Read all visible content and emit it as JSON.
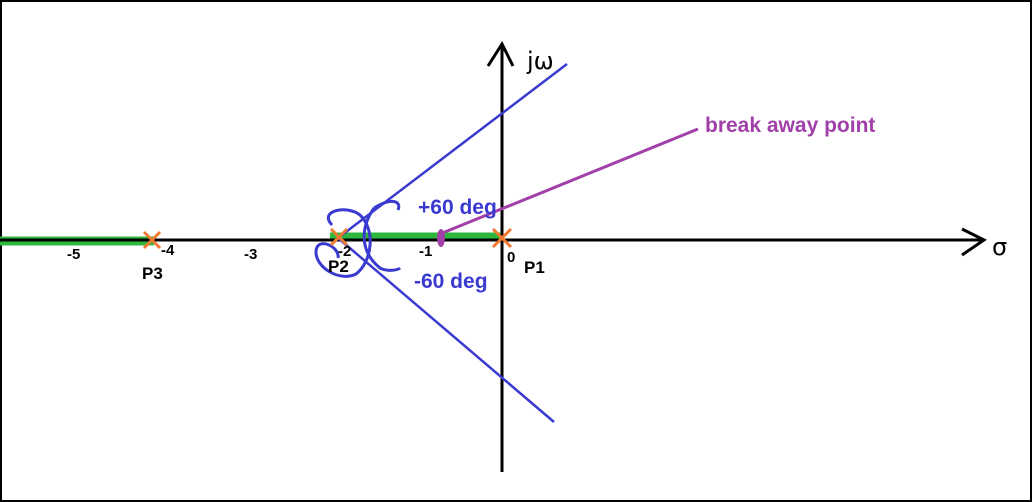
{
  "axes": {
    "x_label": "σ",
    "y_label": "jω"
  },
  "ticks": [
    "-5",
    "-4",
    "-3",
    "-2",
    "-1",
    "0"
  ],
  "poles": [
    {
      "label": "P1",
      "value": 0
    },
    {
      "label": "P2",
      "value": -2
    },
    {
      "label": "P3",
      "value": -4
    }
  ],
  "angles": {
    "upper": "+60 deg",
    "lower": "-60 deg"
  },
  "breakaway": {
    "label": "break away point",
    "value": -0.85
  },
  "colors": {
    "axes": "#000000",
    "root_locus": "#2db83d",
    "asymptotes": "#3a3ad0",
    "breakaway": "#a040a8",
    "poles": "#f07a30",
    "border": "#000000"
  }
}
